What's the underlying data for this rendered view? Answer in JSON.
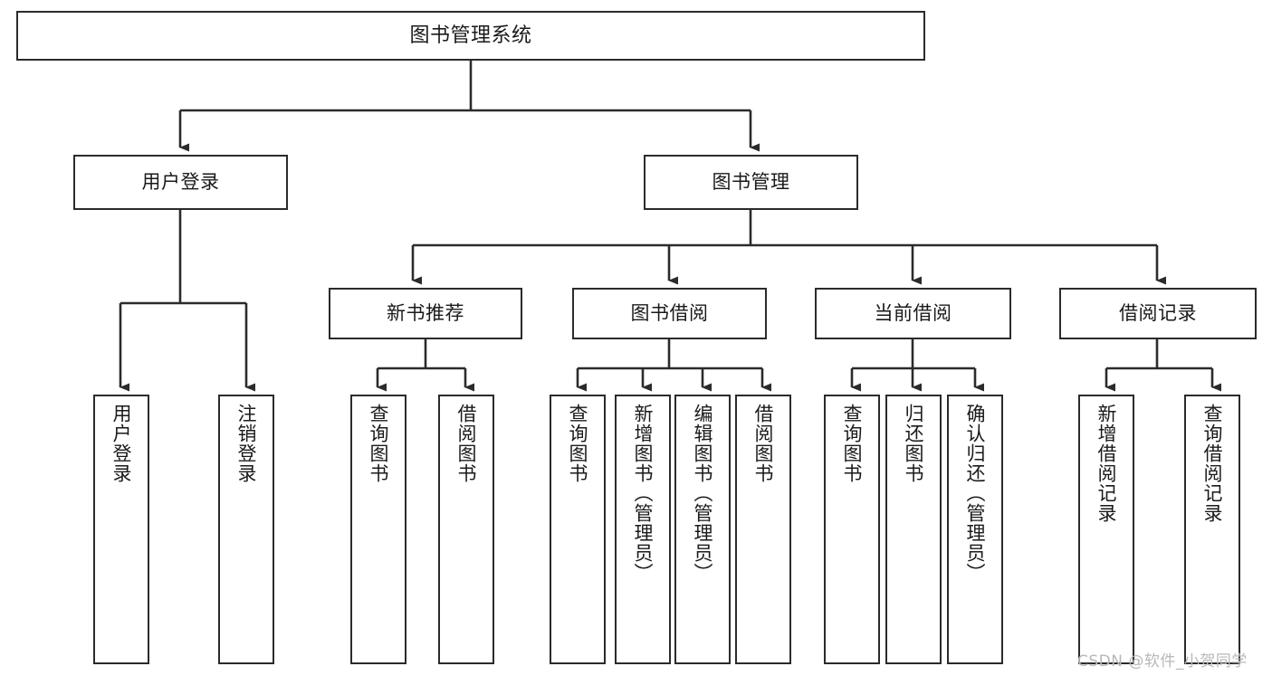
{
  "diagram": {
    "title": "图书管理系统",
    "type": "tree-hierarchy",
    "root": {
      "label": "图书管理系统"
    },
    "level2": [
      {
        "id": "user-login",
        "label": "用户登录"
      },
      {
        "id": "book-management",
        "label": "图书管理"
      }
    ],
    "level3": [
      {
        "id": "new-book-recommend",
        "label": "新书推荐",
        "parent": "book-management"
      },
      {
        "id": "book-borrow",
        "label": "图书借阅",
        "parent": "book-management"
      },
      {
        "id": "current-borrow",
        "label": "当前借阅",
        "parent": "book-management"
      },
      {
        "id": "borrow-record",
        "label": "借阅记录",
        "parent": "book-management"
      }
    ],
    "leaves": [
      {
        "id": "leaf-user-login",
        "label": "用户登录",
        "parent": "user-login"
      },
      {
        "id": "leaf-user-logout",
        "label": "注销登录",
        "parent": "user-login"
      },
      {
        "id": "leaf-query-book-1",
        "label": "查询图书",
        "parent": "new-book-recommend"
      },
      {
        "id": "leaf-borrow-book-1",
        "label": "借阅图书",
        "parent": "new-book-recommend"
      },
      {
        "id": "leaf-query-book-2",
        "label": "查询图书",
        "parent": "book-borrow"
      },
      {
        "id": "leaf-add-book",
        "label": "新增图书（管理员）",
        "parent": "book-borrow"
      },
      {
        "id": "leaf-edit-book",
        "label": "编辑图书（管理员）",
        "parent": "book-borrow"
      },
      {
        "id": "leaf-borrow-book-2",
        "label": "借阅图书",
        "parent": "book-borrow"
      },
      {
        "id": "leaf-query-book-3",
        "label": "查询图书",
        "parent": "current-borrow"
      },
      {
        "id": "leaf-return-book",
        "label": "归还图书",
        "parent": "current-borrow"
      },
      {
        "id": "leaf-confirm-return",
        "label": "确认归还（管理员）",
        "parent": "current-borrow"
      },
      {
        "id": "leaf-add-record",
        "label": "新增借阅记录",
        "parent": "borrow-record"
      },
      {
        "id": "leaf-query-record",
        "label": "查询借阅记录",
        "parent": "borrow-record"
      }
    ]
  },
  "watermark": {
    "text": "CSDN @软件_小贺同学"
  },
  "colors": {
    "border": "#2b2b2b",
    "background": "#ffffff",
    "text": "#1a1a1a",
    "watermark": "#b8b8b8"
  }
}
